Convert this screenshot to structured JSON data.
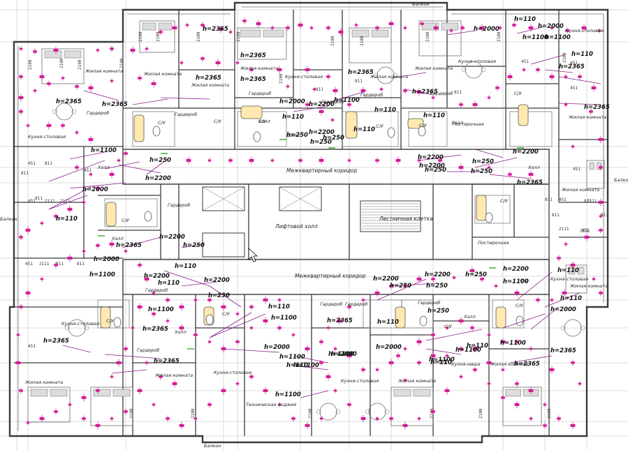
{
  "drawing": {
    "colors": {
      "wall": "#3a3a3a",
      "thin": "#6b6b6b",
      "grid": "#b8b8b8",
      "marker": "#d61a96",
      "leader": "#8a1c8a",
      "fixture": "#ffe9b0",
      "fixtureStroke": "#555555",
      "green": "#26b026"
    },
    "edge_labels": {
      "balcony_top": "Балкон",
      "balcony_bottom": "Балкон",
      "balcony_left": "Балкон",
      "balcony_right": "Балкон"
    },
    "corridor_labels": {
      "upper": "Межквартирный коридор",
      "lower": "Межквартирный коридор",
      "elevator_hall": "Лифтовой холл",
      "stair": "Лестничная клетка",
      "tech_loggia": "Техническая лоджия"
    },
    "rooms": [
      {
        "id": "r1",
        "text": "Жилая комната"
      },
      {
        "id": "r2",
        "text": "Жилая комната"
      },
      {
        "id": "r3",
        "text": "Жилая комната"
      },
      {
        "id": "r4",
        "text": "Жилая комната"
      },
      {
        "id": "r5",
        "text": "Жилая комната"
      },
      {
        "id": "r6",
        "text": "Жилая комната"
      },
      {
        "id": "r7",
        "text": "Жилая комната"
      },
      {
        "id": "r8",
        "text": "Жилая комната"
      },
      {
        "id": "r9",
        "text": "Жилая комната"
      },
      {
        "id": "r10",
        "text": "Жилая комната"
      },
      {
        "id": "r11",
        "text": "Жилая комната"
      },
      {
        "id": "r12",
        "text": "Жилая комната"
      },
      {
        "id": "r13",
        "text": "Жилая комната"
      },
      {
        "id": "k1",
        "text": "Кухня-столовая"
      },
      {
        "id": "k2",
        "text": "Кухня-столовая"
      },
      {
        "id": "k3",
        "text": "Кухня-столовая"
      },
      {
        "id": "k4",
        "text": "Кухня-столовая"
      },
      {
        "id": "k5",
        "text": "Кухня-столовая"
      },
      {
        "id": "k6",
        "text": "Кухня-столовая"
      },
      {
        "id": "k7",
        "text": "Кухня-столовая"
      },
      {
        "id": "k8",
        "text": "Кухня-столовая"
      },
      {
        "id": "kn",
        "text": "Кухня-ниша"
      },
      {
        "id": "g1",
        "text": "Гардероб"
      },
      {
        "id": "g2",
        "text": "Гардероб"
      },
      {
        "id": "g3",
        "text": "Гардероб"
      },
      {
        "id": "g4",
        "text": "Гардероб"
      },
      {
        "id": "g5",
        "text": "Гардероб"
      },
      {
        "id": "g6",
        "text": "Гардероб"
      },
      {
        "id": "g7",
        "text": "Гардероб"
      },
      {
        "id": "g8",
        "text": "Гардероб"
      },
      {
        "id": "g9",
        "text": "Гардероб"
      },
      {
        "id": "g10",
        "text": "Гардероб"
      },
      {
        "id": "g11",
        "text": "Гардероб"
      },
      {
        "id": "g12",
        "text": "Гардероб"
      },
      {
        "id": "h1",
        "text": "Холл"
      },
      {
        "id": "h2",
        "text": "Холл"
      },
      {
        "id": "h3",
        "text": "Холл"
      },
      {
        "id": "h4",
        "text": "Холл"
      },
      {
        "id": "h5",
        "text": "Холл"
      },
      {
        "id": "h6",
        "text": "Холл"
      },
      {
        "id": "h7",
        "text": "Холл"
      },
      {
        "id": "h8",
        "text": "Холл"
      },
      {
        "id": "p1",
        "text": "Постирочная"
      },
      {
        "id": "p2",
        "text": "Постирочная"
      },
      {
        "id": "su1",
        "text": "С/У"
      },
      {
        "id": "su2",
        "text": "С/У"
      },
      {
        "id": "su3",
        "text": "С/У"
      },
      {
        "id": "su4",
        "text": "С/У"
      },
      {
        "id": "su5",
        "text": "С/У"
      },
      {
        "id": "su6",
        "text": "С/У"
      },
      {
        "id": "su7",
        "text": "С/У"
      },
      {
        "id": "su8",
        "text": "С/У"
      },
      {
        "id": "su9",
        "text": "С/У"
      },
      {
        "id": "su10",
        "text": "С/У"
      },
      {
        "id": "su11",
        "text": "С/У"
      },
      {
        "id": "su12",
        "text": "С/У"
      }
    ],
    "height_marks": [
      {
        "id": "m1",
        "text": "h=2365"
      },
      {
        "id": "m2",
        "text": "h=2365"
      },
      {
        "id": "m3",
        "text": "h=2365"
      },
      {
        "id": "m4",
        "text": "h=2365"
      },
      {
        "id": "m5",
        "text": "h=2365"
      },
      {
        "id": "m6",
        "text": "h=2365"
      },
      {
        "id": "m7",
        "text": "h=2365"
      },
      {
        "id": "m8",
        "text": "h=2365"
      },
      {
        "id": "m9",
        "text": "h=2365"
      },
      {
        "id": "m10",
        "text": "h=2365"
      },
      {
        "id": "m11",
        "text": "h=2365"
      },
      {
        "id": "m12",
        "text": "h=2365"
      },
      {
        "id": "m13",
        "text": "h=2365"
      },
      {
        "id": "m14",
        "text": "h=2365"
      },
      {
        "id": "m15",
        "text": "h=2365"
      },
      {
        "id": "m16",
        "text": "h=2365"
      },
      {
        "id": "m17",
        "text": "h=2365"
      },
      {
        "id": "m18",
        "text": "h=2365"
      },
      {
        "id": "m19",
        "text": "h=2000"
      },
      {
        "id": "m20",
        "text": "h=2000"
      },
      {
        "id": "m21",
        "text": "h=2000"
      },
      {
        "id": "m22",
        "text": "h=2000"
      },
      {
        "id": "m23",
        "text": "h=2000"
      },
      {
        "id": "m24",
        "text": "h=2000"
      },
      {
        "id": "m25",
        "text": "h=2000"
      },
      {
        "id": "m26",
        "text": "h=2000"
      },
      {
        "id": "m27",
        "text": "h=2000"
      },
      {
        "id": "m28",
        "text": "h=2200"
      },
      {
        "id": "m29",
        "text": "h=2200"
      },
      {
        "id": "m30",
        "text": "h=2200"
      },
      {
        "id": "m31",
        "text": "h=2200"
      },
      {
        "id": "m32",
        "text": "h=2200"
      },
      {
        "id": "m33",
        "text": "h=2200"
      },
      {
        "id": "m34",
        "text": "h=2200"
      },
      {
        "id": "m35",
        "text": "h=2200"
      },
      {
        "id": "m36",
        "text": "h=2200"
      },
      {
        "id": "m37",
        "text": "h=2200"
      },
      {
        "id": "m38",
        "text": "h=2200"
      },
      {
        "id": "m39",
        "text": "h=2200"
      },
      {
        "id": "m40",
        "text": "h=250"
      },
      {
        "id": "m41",
        "text": "h=250"
      },
      {
        "id": "m42",
        "text": "h=250"
      },
      {
        "id": "m43",
        "text": "h=250"
      },
      {
        "id": "m44",
        "text": "h=250"
      },
      {
        "id": "m45",
        "text": "h=250"
      },
      {
        "id": "m46",
        "text": "h=250"
      },
      {
        "id": "m47",
        "text": "h=250"
      },
      {
        "id": "m48",
        "text": "h=250"
      },
      {
        "id": "m49",
        "text": "h=250"
      },
      {
        "id": "m50",
        "text": "h=250"
      },
      {
        "id": "m51",
        "text": "h=250"
      },
      {
        "id": "m52",
        "text": "h=250"
      },
      {
        "id": "m53",
        "text": "h=1100"
      },
      {
        "id": "m54",
        "text": "h=1100"
      },
      {
        "id": "m55",
        "text": "h=1100"
      },
      {
        "id": "m56",
        "text": "h=1100"
      },
      {
        "id": "m57",
        "text": "h=1100"
      },
      {
        "id": "m58",
        "text": "h=1100"
      },
      {
        "id": "m59",
        "text": "h=1100"
      },
      {
        "id": "m60",
        "text": "h=1100"
      },
      {
        "id": "m61",
        "text": "h=1100"
      },
      {
        "id": "m62",
        "text": "h=1100"
      },
      {
        "id": "m63",
        "text": "h=1100"
      },
      {
        "id": "m64",
        "text": "h=1100"
      },
      {
        "id": "m65",
        "text": "h=1100"
      },
      {
        "id": "m66",
        "text": "h=1100"
      },
      {
        "id": "m67",
        "text": "h=1100"
      },
      {
        "id": "m68",
        "text": "h=110"
      },
      {
        "id": "m69",
        "text": "h=110"
      },
      {
        "id": "m70",
        "text": "h=110"
      },
      {
        "id": "m71",
        "text": "h=110"
      },
      {
        "id": "m72",
        "text": "h=110"
      },
      {
        "id": "m73",
        "text": "h=110"
      },
      {
        "id": "m74",
        "text": "h=110"
      },
      {
        "id": "m75",
        "text": "h=110"
      },
      {
        "id": "m76",
        "text": "h=110"
      },
      {
        "id": "m77",
        "text": "h=110"
      },
      {
        "id": "m78",
        "text": "h=110"
      },
      {
        "id": "m79",
        "text": "h=110"
      },
      {
        "id": "m80",
        "text": "h=110"
      },
      {
        "id": "m81",
        "text": "h=110"
      },
      {
        "id": "m82",
        "text": "h=110"
      },
      {
        "id": "m83",
        "text": "h=110"
      }
    ],
    "dimensions": [
      {
        "id": "d1",
        "text": "2100"
      },
      {
        "id": "d2",
        "text": "2100"
      },
      {
        "id": "d3",
        "text": "2100"
      },
      {
        "id": "d4",
        "text": "2100"
      },
      {
        "id": "d5",
        "text": "2100"
      },
      {
        "id": "d6",
        "text": "2100"
      },
      {
        "id": "d7",
        "text": "2100"
      },
      {
        "id": "d8",
        "text": "2100"
      },
      {
        "id": "d9",
        "text": "2100"
      },
      {
        "id": "d10",
        "text": "2100"
      },
      {
        "id": "d11",
        "text": "2100"
      },
      {
        "id": "d12",
        "text": "2100"
      },
      {
        "id": "d13",
        "text": "2100"
      },
      {
        "id": "d14",
        "text": "2100"
      },
      {
        "id": "d15",
        "text": "2100"
      },
      {
        "id": "d16",
        "text": "2100"
      },
      {
        "id": "d17",
        "text": "2100"
      },
      {
        "id": "d18",
        "text": "2100"
      },
      {
        "id": "d19",
        "text": "2100"
      },
      {
        "id": "d20",
        "text": "2100"
      },
      {
        "id": "e1",
        "text": "451"
      },
      {
        "id": "e2",
        "text": "451"
      },
      {
        "id": "e3",
        "text": "451"
      },
      {
        "id": "e4",
        "text": "451"
      },
      {
        "id": "e5",
        "text": "451"
      },
      {
        "id": "e6",
        "text": "451"
      },
      {
        "id": "e7",
        "text": "451"
      },
      {
        "id": "e8",
        "text": "451"
      },
      {
        "id": "e9",
        "text": "451"
      },
      {
        "id": "e10",
        "text": "451"
      },
      {
        "id": "e11",
        "text": "451"
      },
      {
        "id": "e12",
        "text": "451"
      },
      {
        "id": "f1",
        "text": "811"
      },
      {
        "id": "f2",
        "text": "811"
      },
      {
        "id": "f3",
        "text": "811"
      },
      {
        "id": "f4",
        "text": "811"
      },
      {
        "id": "f5",
        "text": "811"
      },
      {
        "id": "f6",
        "text": "811"
      },
      {
        "id": "f7",
        "text": "811"
      },
      {
        "id": "f8",
        "text": "811"
      },
      {
        "id": "f9",
        "text": "811"
      },
      {
        "id": "f10",
        "text": "811"
      },
      {
        "id": "f11",
        "text": "811"
      },
      {
        "id": "f12",
        "text": "811"
      },
      {
        "id": "j1",
        "text": "2111"
      },
      {
        "id": "j2",
        "text": "2111"
      },
      {
        "id": "j3",
        "text": "2111"
      },
      {
        "id": "j4",
        "text": "2111"
      },
      {
        "id": "j5",
        "text": "2111"
      },
      {
        "id": "j6",
        "text": "2111"
      }
    ]
  }
}
